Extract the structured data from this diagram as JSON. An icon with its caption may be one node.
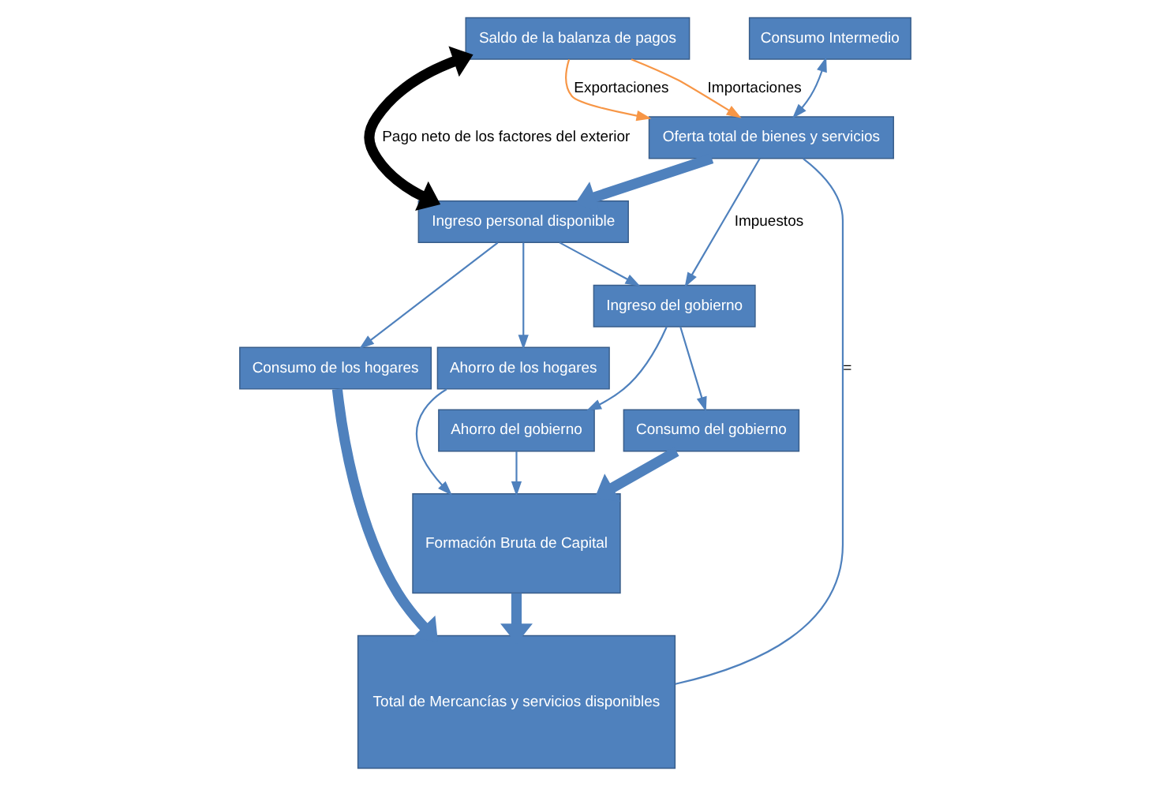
{
  "diagram": {
    "nodes": [
      {
        "text": [
          "Consumo Intermedio"
        ]
      },
      {
        "text": [
          "Oferta total de bienes y servicios"
        ]
      },
      {
        "text": [
          "Saldo de la balanza de pagos"
        ]
      },
      {
        "text": [
          "Total de Mercancías y servicios disponibles"
        ]
      },
      {
        "text": [
          "Ingreso personal disponible"
        ]
      },
      {
        "text": [
          "Ingreso del gobierno"
        ]
      },
      {
        "text": [
          "Consumo de los hogares"
        ]
      },
      {
        "text": [
          "Ahorro de los hogares"
        ]
      },
      {
        "text": [
          "Ahorro del gobierno"
        ]
      },
      {
        "text": [
          "Consumo del gobierno"
        ]
      },
      {
        "text": [
          "Formación Bruta de Capital"
        ]
      }
    ],
    "edges": [
      {
        "from": 0,
        "to": 1,
        "arrow": "both"
      },
      {
        "from": 1,
        "to": 3,
        "arrow": "none",
        "label": "="
      },
      {
        "from": 2,
        "to": 1,
        "arrow": "to",
        "label": "Importaciones",
        "color": "#f79646"
      },
      {
        "from": 2,
        "to": 1,
        "arrow": "to",
        "label": "Exportaciones",
        "color": "#f79646"
      },
      {
        "from": 2,
        "to": 4,
        "arrow": "both",
        "label": "Pago neto de los factores del exterior",
        "style": "thick",
        "color": "#000000"
      },
      {
        "from": 1,
        "to": 4,
        "arrow": "to",
        "style": "thick"
      },
      {
        "from": 1,
        "to": 5,
        "arrow": "to",
        "label": "Impuestos"
      },
      {
        "from": 4,
        "to": 6,
        "arrow": "to"
      },
      {
        "from": 4,
        "to": 7,
        "arrow": "to"
      },
      {
        "from": 4,
        "to": 5,
        "arrow": "to"
      },
      {
        "from": 5,
        "to": 8,
        "arrow": "to"
      },
      {
        "from": 5,
        "to": 9,
        "arrow": "to"
      },
      {
        "from": 6,
        "to": 3,
        "arrow": "to",
        "style": "thick"
      },
      {
        "from": 7,
        "to": 10,
        "arrow": "to"
      },
      {
        "from": 8,
        "to": 10,
        "arrow": "to"
      },
      {
        "from": 9,
        "to": 10,
        "arrow": "to",
        "style": "thick"
      },
      {
        "from": 10,
        "to": 3,
        "arrow": "to",
        "style": "thick"
      }
    ]
  }
}
